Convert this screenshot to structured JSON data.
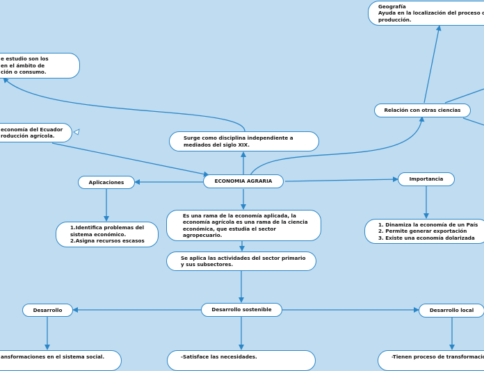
{
  "nodes": {
    "geografia": "Geografía\nAyuda en la localización del proceso d\nproducción.",
    "estudio": "e estudio son los\nen el ámbito de\nción o consumo.",
    "relacion": "Relación con otras ciencias",
    "ecuador": "economía del Ecuador\nroducción agrícola.",
    "surge": "Surge como disciplina independiente a\nmediados del siglo XIX.",
    "central": "ECONOMIA AGRARIA",
    "aplicaciones": "Aplicaciones",
    "importancia": "Importancia",
    "identifica": "1.Identifica problemas del\nsistema económico.\n  2.Asigna recursos escasos",
    "rama": "Es una rama de la economía aplicada, la\neconomía agrícola es una rama de la ciencia\neconómica, que estudia el sector\nagropecuario.",
    "dinamiza": "1. Dinamiza la economía de un País\n2. Permite generar exportación\n3. Existe una economía dolarizada",
    "aplica": "Se aplica las actividades del sector primario\ny sus subsectores.",
    "desarrollo": "Desarrollo",
    "sostenible": "Desarrollo sostenible",
    "local": "Desarrollo local",
    "transformaciones": "ansformaciones en el sistema social.",
    "satisface": "-Satisface las necesidades.",
    "tienen": "-Tienen proceso de transformación"
  },
  "colors": {
    "background": "#bfdcf1",
    "line": "#2b86c8",
    "node_fill": "#ffffff"
  }
}
